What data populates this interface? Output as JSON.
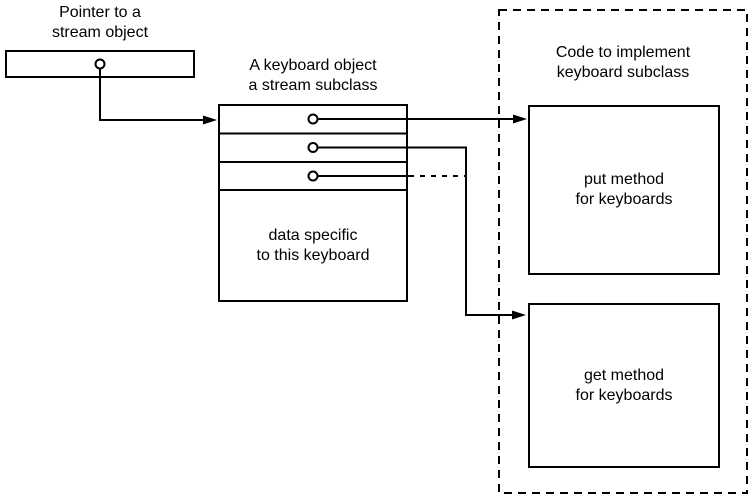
{
  "canvas": {
    "background": "#ffffff",
    "line_color": "#000000"
  },
  "pointer": {
    "label": "Pointer to a\nstream object"
  },
  "keyboard_object": {
    "label": "A keyboard object\na stream subclass",
    "data_label": "data specific\nto this keyboard",
    "slot_count": 3
  },
  "code_module": {
    "label": "Code to implement\nkeyboard subclass",
    "put_label": "put method\nfor keyboards",
    "get_label": "get method\nfor keyboards"
  }
}
